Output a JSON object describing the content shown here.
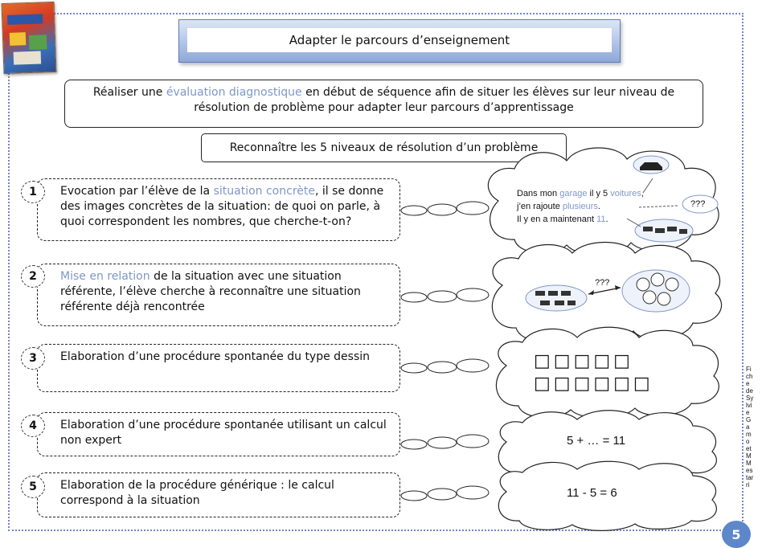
{
  "title": "Adapter le parcours d’enseignement",
  "intro": {
    "before": "Réaliser une ",
    "highlight": "évaluation diagnostique",
    "after": " en début de séquence afin de situer les élèves sur leur niveau de résolution de problème pour adapter leur parcours d’apprentissage"
  },
  "recognize": "Reconnaître les 5 niveaux de résolution d’un problème",
  "levels": [
    {
      "num": "1",
      "before": "Evocation par l’élève de la ",
      "highlight": "situation concrète",
      "after": ", il se donne des images concrètes de la situation: de quoi on parle, à quoi correspondent les nombres, que cherche-t-on?"
    },
    {
      "num": "2",
      "before": "",
      "highlight": "Mise en relation",
      "after": " de la situation avec une situation référente, l’élève cherche à reconnaître une situation référente déjà rencontrée"
    },
    {
      "num": "3",
      "before": "",
      "highlight": "",
      "after": "Elaboration d’une procédure  spontanée du type dessin"
    },
    {
      "num": "4",
      "before": "",
      "highlight": "",
      "after": "Elaboration d’une procédure spontanée utilisant un calcul non expert"
    },
    {
      "num": "5",
      "before": "",
      "highlight": "",
      "after": "Elaboration de la procédure générique : le calcul correspond à la situation"
    }
  ],
  "cloud1": {
    "l1a": "Dans mon ",
    "l1b": "garage",
    "l1c": " il y 5 ",
    "l1d": "voitures",
    "l1e": ",",
    "l2a": "j’en rajoute ",
    "l2b": "plusieurs",
    "l2c": ".",
    "l3a": "Il y en a maintenant ",
    "l3b": "11",
    "l3c": ".",
    "question": "???"
  },
  "cloud2": {
    "question": "???"
  },
  "cloud3": {
    "row1": "□□□□□",
    "row2": "□□□□□□"
  },
  "cloud4": {
    "formula": "5 + … = 11"
  },
  "cloud5": {
    "formula": "11 - 5 = 6"
  },
  "side_note": "Fiche de Sylvie Gamo et M Mestarri",
  "page_number": "5",
  "colors": {
    "highlight": "#7f97c8",
    "title_gradient_bottom": "#8ea8d8",
    "frame": "#6f86c9",
    "page_badge": "#5d87c9"
  }
}
